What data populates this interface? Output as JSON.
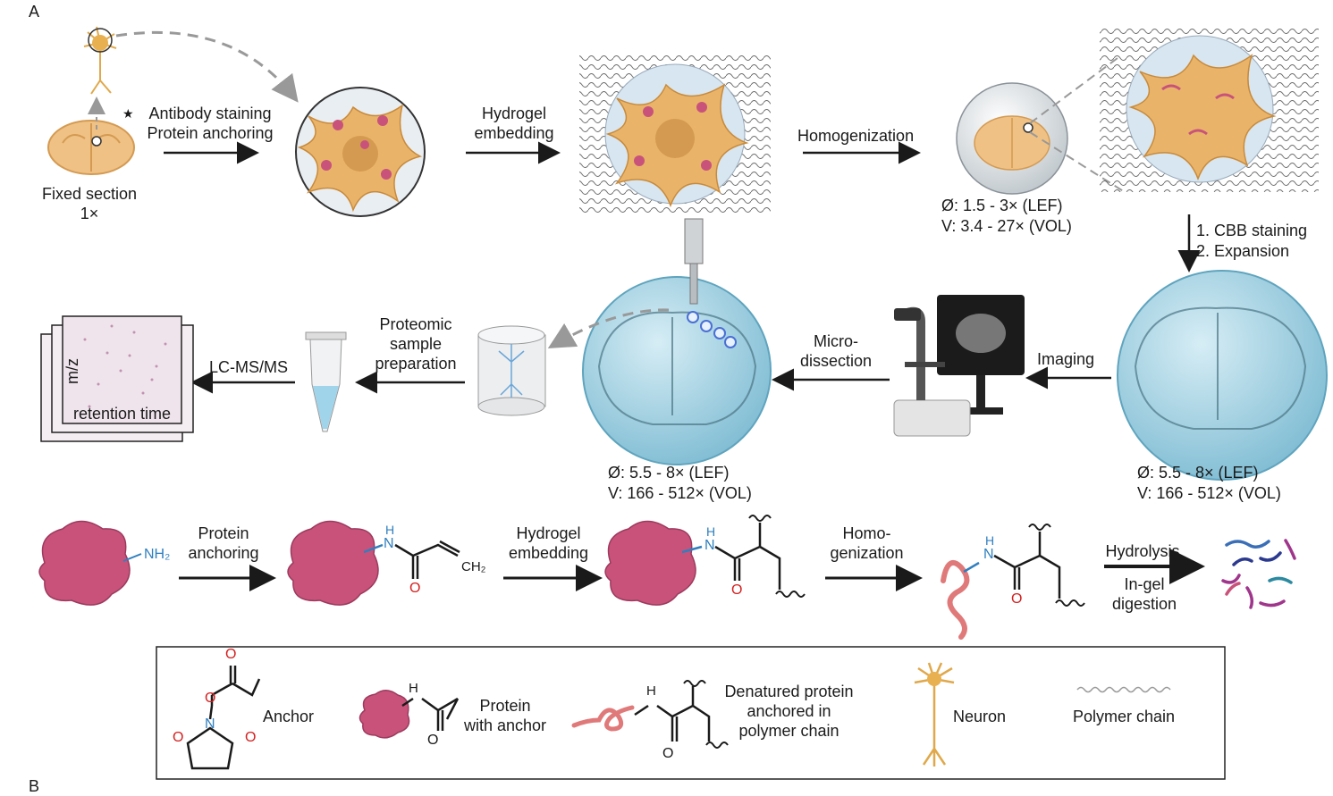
{
  "panel_label": "A",
  "panel_label_next": "B",
  "stage1": {
    "caption_line1": "Fixed section",
    "caption_line2": "1×",
    "star": "★",
    "step_line1": "Antibody staining",
    "step_line2": "Protein anchoring"
  },
  "stage2": {
    "step_line1": "Hydrogel",
    "step_line2": "embedding"
  },
  "stage3": {
    "step": "Homogenization"
  },
  "stage4": {
    "diameter": "Ø: 1.5 - 3× (LEF)",
    "volume": "V: 3.4 - 27× (VOL)",
    "step_line1": "1. CBB staining",
    "step_line2": "2. Expansion"
  },
  "stage5": {
    "diameter": "Ø: 5.5 - 8× (LEF)",
    "volume": "V: 166 - 512× (VOL)",
    "step": "Imaging"
  },
  "stage6": {
    "diameter": "Ø: 5.5 - 8× (LEF)",
    "volume": "V: 166 - 512× (VOL)",
    "step_line1": "Micro-",
    "step_line2": "dissection"
  },
  "stage7": {
    "step_line1": "Proteomic",
    "step_line2": "sample",
    "step_line3": "preparation"
  },
  "stage8": {
    "step": "LC-MS/MS",
    "axis_y": "m/z",
    "axis_x": "retention time"
  },
  "chem": {
    "nh2": "NH₂",
    "ch2": "CH₂",
    "nh": "N",
    "h": "H",
    "o": "O",
    "step1_line1": "Protein",
    "step1_line2": "anchoring",
    "step2_line1": "Hydrogel",
    "step2_line2": "embedding",
    "step3_line1": "Homo-",
    "step3_line2": "genization",
    "step4_top": "Hydrolysis",
    "step4_bot_line1": "In-gel",
    "step4_bot_line2": "digestion"
  },
  "legend": {
    "anchor": "Anchor",
    "protein_line1": "Protein",
    "protein_line2": "with anchor",
    "denatured_line1": "Denatured protein",
    "denatured_line2": "anchored in",
    "denatured_line3": "polymer chain",
    "neuron": "Neuron",
    "polymer": "Polymer chain"
  },
  "colors": {
    "tissue": "#e9b46a",
    "tissue_dark": "#c98a3a",
    "gel": "#b9dbe8",
    "gel_dark": "#8cc4d8",
    "protein": "#c9527a",
    "nitrogen": "#2f7fbf",
    "oxygen": "#d42020",
    "arrow": "#1a1a1a",
    "dash_arrow": "#999999"
  }
}
